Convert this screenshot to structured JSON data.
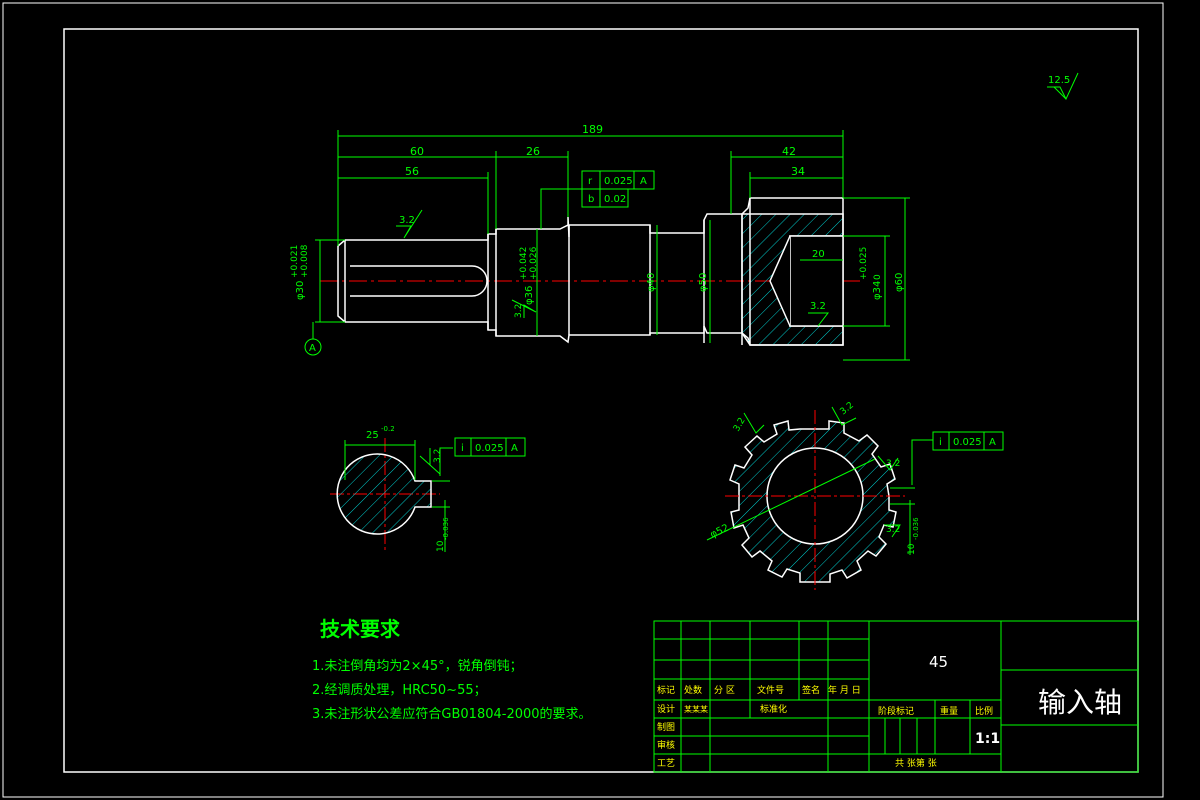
{
  "material": "45",
  "part_name": "输入轴",
  "scale": "1:1",
  "roughness_default": "12.5",
  "tech_requirements": {
    "title": "技术要求",
    "items": [
      "1.未注倒角均为2×45°，锐角倒钝；",
      "2.经调质处理，HRC50~55；",
      "3.未注形状公差应符合GB01804-2000的要求。"
    ]
  },
  "title_block": {
    "row_labels": [
      "标记",
      "设计",
      "制图",
      "审核",
      "工艺"
    ],
    "header_cells": [
      "处数",
      "分 区",
      "文件号",
      "签名",
      "年 月 日"
    ],
    "design_name": "某某某",
    "standardization": "标准化",
    "stage_mark": "阶段标记",
    "weight": "重量",
    "scale_label": "比例",
    "sheets": "共   张第   张"
  },
  "dimensions": {
    "total_length": "189",
    "len_60": "60",
    "len_56": "56",
    "len_26": "26",
    "len_42": "42",
    "len_34": "34",
    "len_20": "20",
    "dia_30": "φ30",
    "dia_30_tol_up": "+0.021",
    "dia_30_tol_low": "+0.008",
    "dia_36": "φ36",
    "dia_36_tol_up": "+0.042",
    "dia_36_tol_low": "+0.026",
    "dia_40": "φ40",
    "dia_50": "φ50",
    "dia_34": "φ34",
    "dia_34_tol_up": "+0.025",
    "dia_34_tol_low": "0",
    "dia_60": "φ60",
    "dia_52": "φ52",
    "keyway_depth": "25",
    "keyway_depth_tol": "-0.2",
    "keyway_width": "10",
    "keyway_width_tol": "-0.036"
  },
  "gdt": {
    "runout": {
      "symbol": "r",
      "value": "0.025",
      "datum": "A"
    },
    "cylindricity": {
      "symbol": "b",
      "value": "0.02"
    },
    "sym_left": {
      "symbol": "i",
      "value": "0.025",
      "datum": "A"
    },
    "sym_right": {
      "symbol": "i",
      "value": "0.025",
      "datum": "A"
    }
  },
  "roughness": {
    "r1": "3.2",
    "r2": "3.2",
    "r3": "3.2",
    "r4": "3.2",
    "r5": "3.2",
    "r6": "3.2",
    "r7": "3.2",
    "r8": "3.2"
  },
  "datum_label": "A",
  "colors": {
    "outline": "#ffffff",
    "dimension": "#00ff00",
    "center": "#ff0000",
    "hatch": "#00cccc",
    "text": "#ffff00"
  }
}
